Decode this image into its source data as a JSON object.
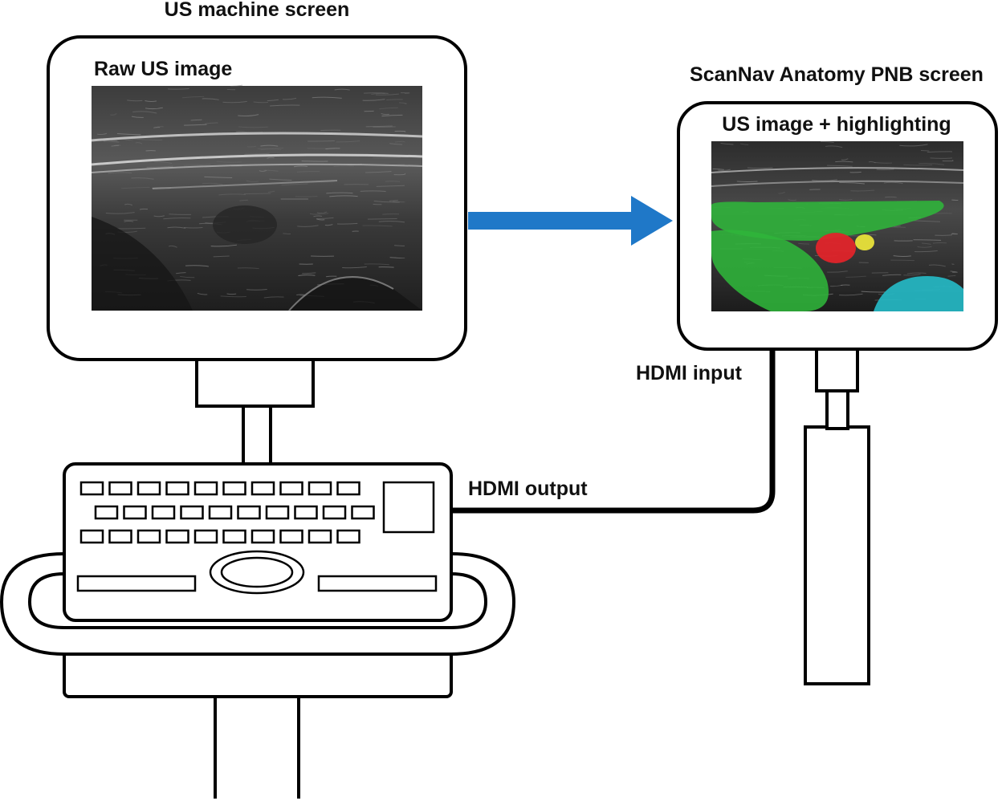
{
  "labels": {
    "us_machine_screen": "US machine screen",
    "raw_us_image": "Raw US image",
    "scannav_screen": "ScanNav Anatomy PNB screen",
    "us_image_highlighting": "US image + highlighting",
    "hdmi_input": "HDMI input",
    "hdmi_output": "HDMI output"
  },
  "colors": {
    "arrow": "#1f78c8",
    "highlight_green": "#2fb53a",
    "highlight_red": "#e0242a",
    "highlight_yellow": "#e8e23a",
    "highlight_cyan": "#25b8c4"
  }
}
